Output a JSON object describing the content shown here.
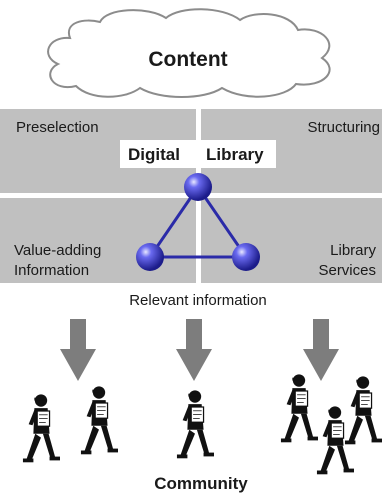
{
  "cloud": {
    "label": "Content"
  },
  "panel": {
    "title_left": "Digital",
    "title_right": "Library",
    "quadrants": {
      "top_left": "Preselection",
      "top_right": "Structuring",
      "bottom_left_line1": "Value-adding",
      "bottom_left_line2": "Information",
      "bottom_right_line1": "Library",
      "bottom_right_line2": "Services"
    }
  },
  "flow": {
    "label": "Relevant information"
  },
  "community": {
    "label": "Community"
  },
  "colors": {
    "panel_fill": "#c0c0c0",
    "panel_divider": "#ffffff",
    "arrow_fill": "#7d7d7d",
    "node_fill": "#3a3ac8",
    "edge_stroke": "#2b2ba8",
    "cloud_stroke": "#8c8c8c",
    "figure_fill": "#111111"
  },
  "icons": {
    "cloud": "cloud-icon",
    "node": "sphere-node-icon",
    "arrow": "down-arrow-icon",
    "person": "walking-person-with-document-icon"
  }
}
